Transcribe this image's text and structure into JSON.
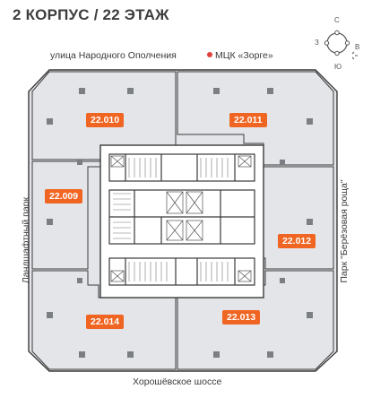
{
  "header": {
    "title": "2 КОРПУС / 22 ЭТАЖ"
  },
  "streets": {
    "top": "улица Народного Ополчения",
    "bottom": "Хорошёвское шоссе",
    "left": "Ландшафтный парк",
    "right": "Парк \"Берёзовая роща\""
  },
  "metro": {
    "label": "МЦК «Зорге»",
    "color": "#e0413a"
  },
  "compass": {
    "north": "С",
    "south": "Ю",
    "west": "З",
    "east": "В"
  },
  "units": [
    {
      "id": "22.010"
    },
    {
      "id": "22.011"
    },
    {
      "id": "22.009"
    },
    {
      "id": "22.012"
    },
    {
      "id": "22.014"
    },
    {
      "id": "22.013"
    }
  ],
  "colors": {
    "accent": "#f06522",
    "unit_fill": "#e3e5e8",
    "wall": "#3a3a3a"
  }
}
